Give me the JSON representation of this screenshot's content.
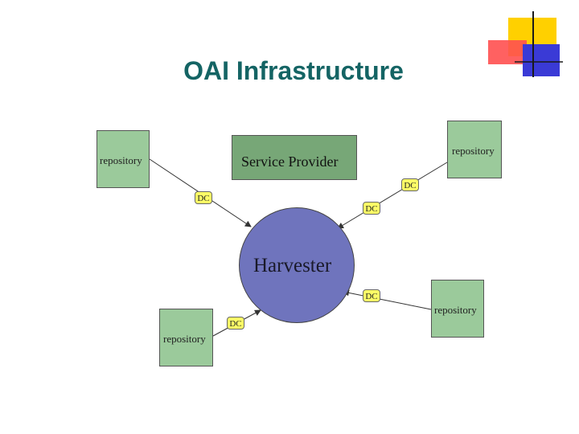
{
  "slide": {
    "title": "OAI Infrastructure"
  },
  "nodes": {
    "service_provider": "Service Provider",
    "harvester": "Harvester",
    "repository_left": "repository",
    "repository_top_right": "repository",
    "repository_right": "repository",
    "repository_bottom_left": "repository"
  },
  "badges": {
    "dc_1": "DC",
    "dc_2": "DC",
    "dc_3": "DC",
    "dc_4": "DC",
    "dc_5": "DC"
  },
  "colors": {
    "title": "#146464",
    "repository_fill": "#9bca9b",
    "service_provider_fill": "#77a777",
    "harvester_fill": "#6f74bd",
    "dc_badge_fill": "#ffff66"
  }
}
